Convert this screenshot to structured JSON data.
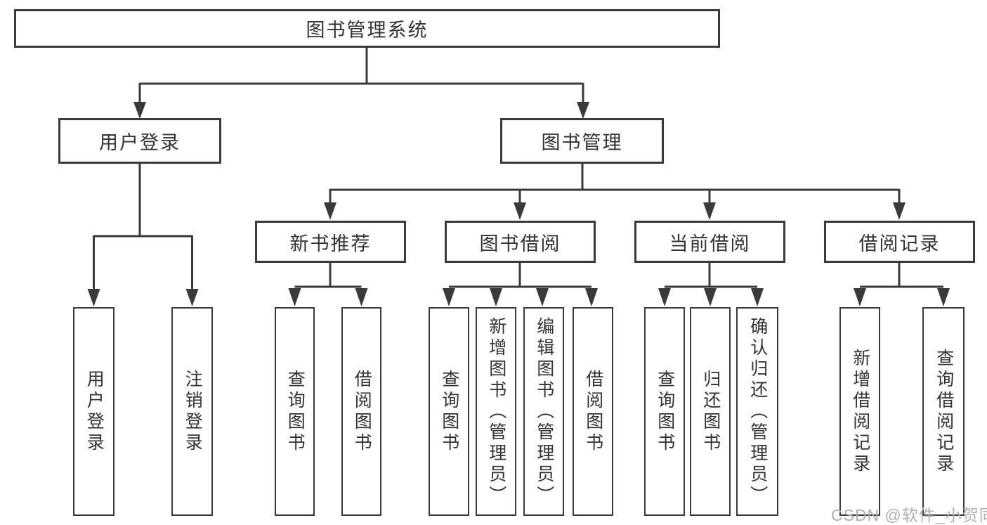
{
  "diagram": {
    "root": {
      "label": "图书管理系统"
    },
    "level2": [
      {
        "label": "用户登录"
      },
      {
        "label": "图书管理"
      }
    ],
    "level3": [
      {
        "label": "新书推荐"
      },
      {
        "label": "图书借阅"
      },
      {
        "label": "当前借阅"
      },
      {
        "label": "借阅记录"
      }
    ],
    "leaves": {
      "user_login": [
        "用户登录",
        "注销登录"
      ],
      "new_books": [
        "查询图书",
        "借阅图书"
      ],
      "book_borrow": [
        "查询图书",
        "新增图书（管理员）",
        "编辑图书（管理员）",
        "借阅图书"
      ],
      "current_borrow": [
        "查询图书",
        "归还图书",
        "确认归还（管理员）"
      ],
      "borrow_records": [
        "新增借阅记录",
        "查询借阅记录"
      ]
    }
  },
  "watermark": {
    "text": "CSDN @软件_小贺同学"
  },
  "colors": {
    "line": "#3a3a3a",
    "text": "#333333",
    "watermark": "#b0b0b0",
    "background": "#ffffff"
  }
}
